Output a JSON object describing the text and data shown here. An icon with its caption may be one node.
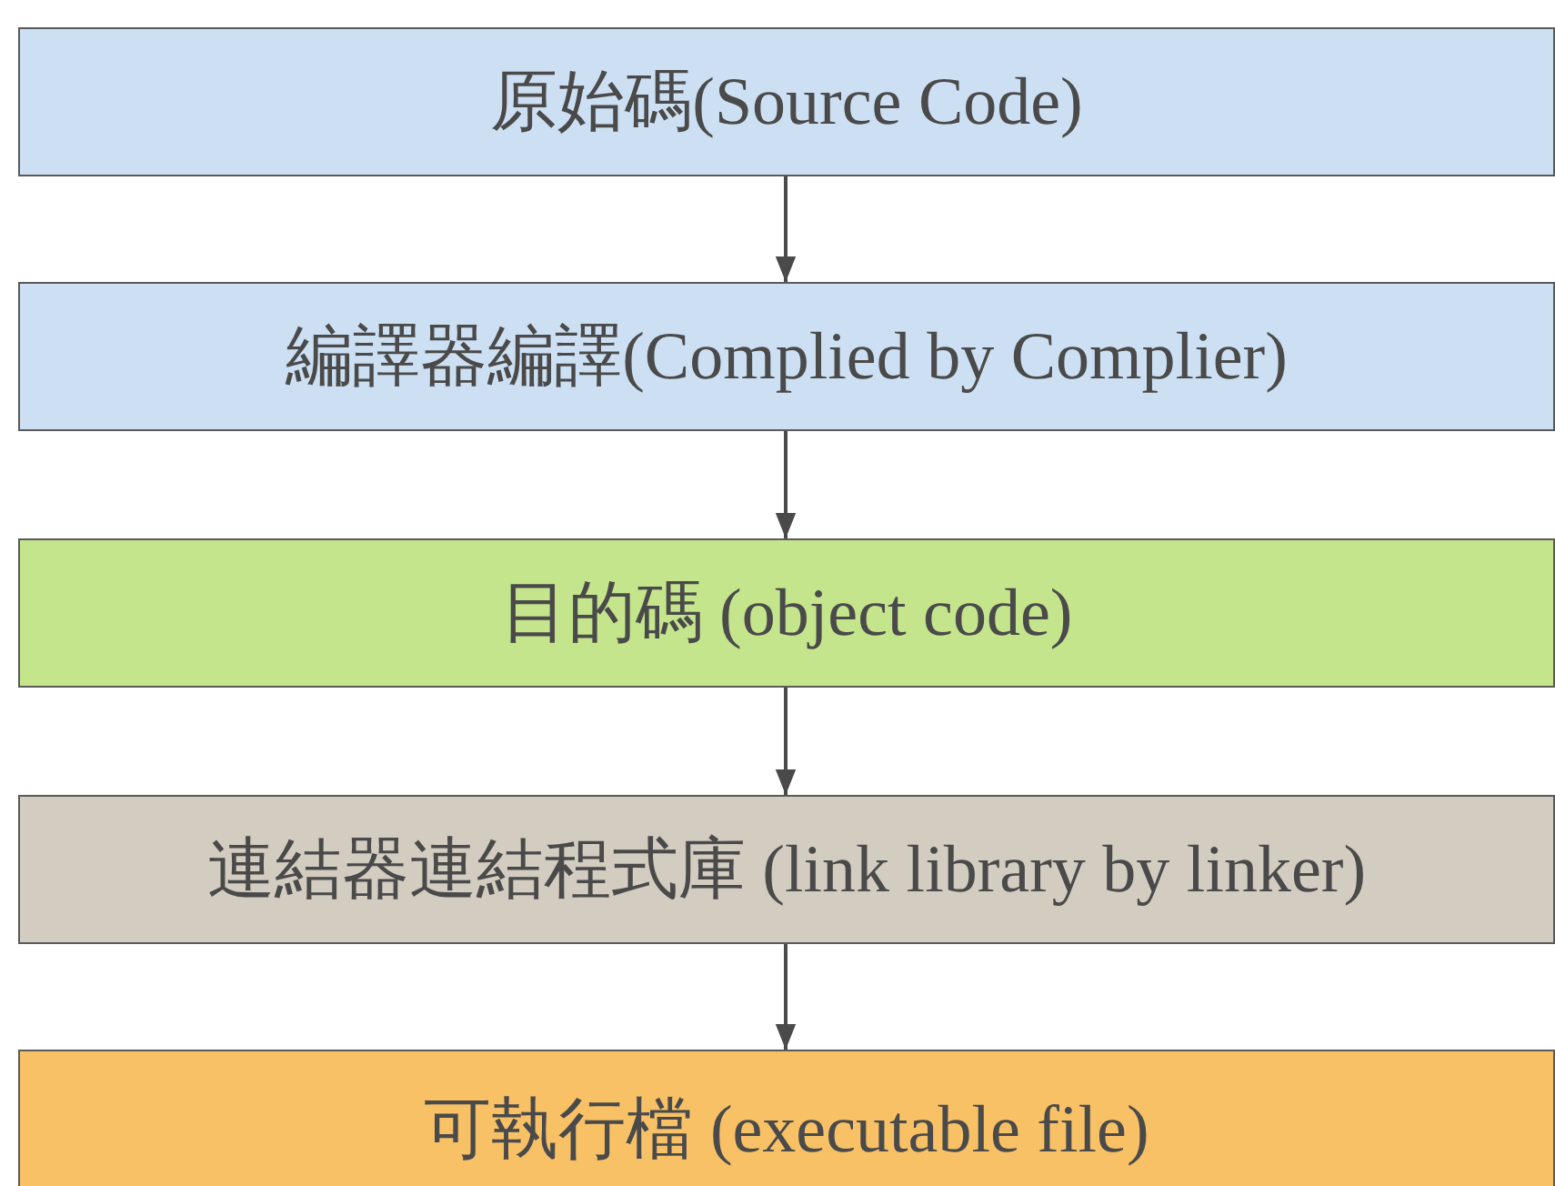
{
  "diagram": {
    "nodes": [
      {
        "text": [
          "原始碼(Source Code)"
        ]
      },
      {
        "text": [
          "編譯器編譯(Complied by Complier)"
        ]
      },
      {
        "text": [
          "目的碼 (object code)"
        ]
      },
      {
        "text": [
          "連結器連結程式庫 (link library by linker)"
        ]
      },
      {
        "text": [
          "可執行檔 (executable file)"
        ]
      }
    ],
    "edges": [
      {
        "from": 0,
        "to": 1,
        "arrow": "to"
      },
      {
        "from": 1,
        "to": 2,
        "arrow": "to"
      },
      {
        "from": 2,
        "to": 3,
        "arrow": "to"
      },
      {
        "from": 3,
        "to": 4,
        "arrow": "to"
      }
    ]
  }
}
